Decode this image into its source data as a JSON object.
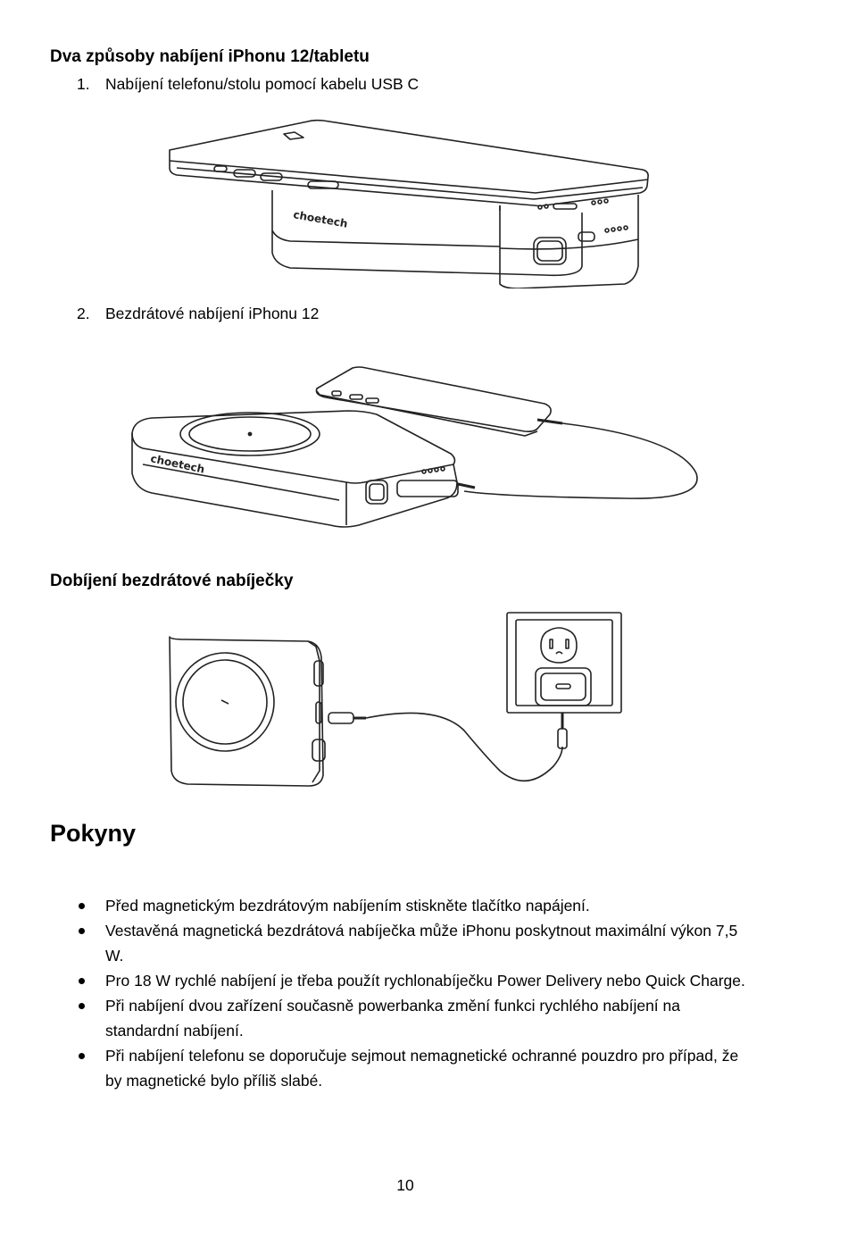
{
  "section1": {
    "title": "Dva způsoby nabíjení iPhonu 12/tabletu",
    "items": [
      {
        "num": "1.",
        "text": "Nabíjení telefonu/stolu pomocí kabelu USB C"
      },
      {
        "num": "2.",
        "text": "Bezdrátové nabíjení iPhonu 12"
      }
    ]
  },
  "section2": {
    "title": "Dobíjení bezdrátové nabíječky"
  },
  "instructions": {
    "title": "Pokyny",
    "bullets": [
      "Před magnetickým bezdrátovým nabíjením stiskněte tlačítko napájení.",
      "Vestavěná magnetická bezdrátová nabíječka může iPhonu poskytnout maximální výkon 7,5 W.",
      "Pro 18 W rychlé nabíjení je třeba použít rychlonabíječku Power Delivery nebo Quick Charge.",
      "Při nabíjení dvou zařízení současně powerbanka změní funkci rychlého nabíjení na standardní nabíjení.",
      "Při nabíjení telefonu se doporučuje sejmout nemagnetické ochranné pouzdro pro případ, že by magnetické bylo příliš slabé."
    ]
  },
  "figures": {
    "brand_logo": "choetech"
  },
  "page_number": "10"
}
